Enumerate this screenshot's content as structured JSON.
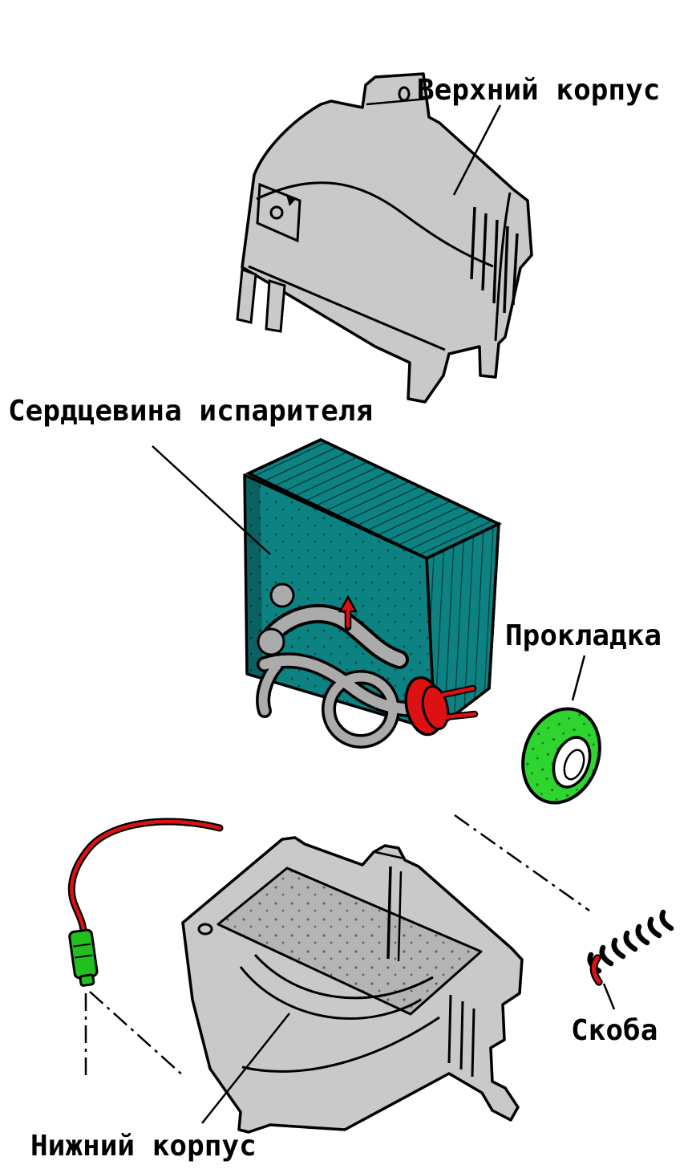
{
  "figure": {
    "background": "#ffffff"
  },
  "labels": {
    "upper_housing": "Верхний корпус",
    "evaporator_core": "Сердцевина испарителя",
    "gasket": "Прокладка",
    "clamp": "Скоба",
    "lower_housing": "Нижний корпус"
  },
  "colors": {
    "part_gray": "#c9c9c9",
    "part_gray_shadow": "#b4b4b4",
    "core_teal": "#0d8282",
    "gasket_green": "#2ed52e",
    "connector_green": "#1fc01f",
    "accent_red": "#dd1111",
    "pipe_gray": "#ababab",
    "line_black": "#000000"
  }
}
